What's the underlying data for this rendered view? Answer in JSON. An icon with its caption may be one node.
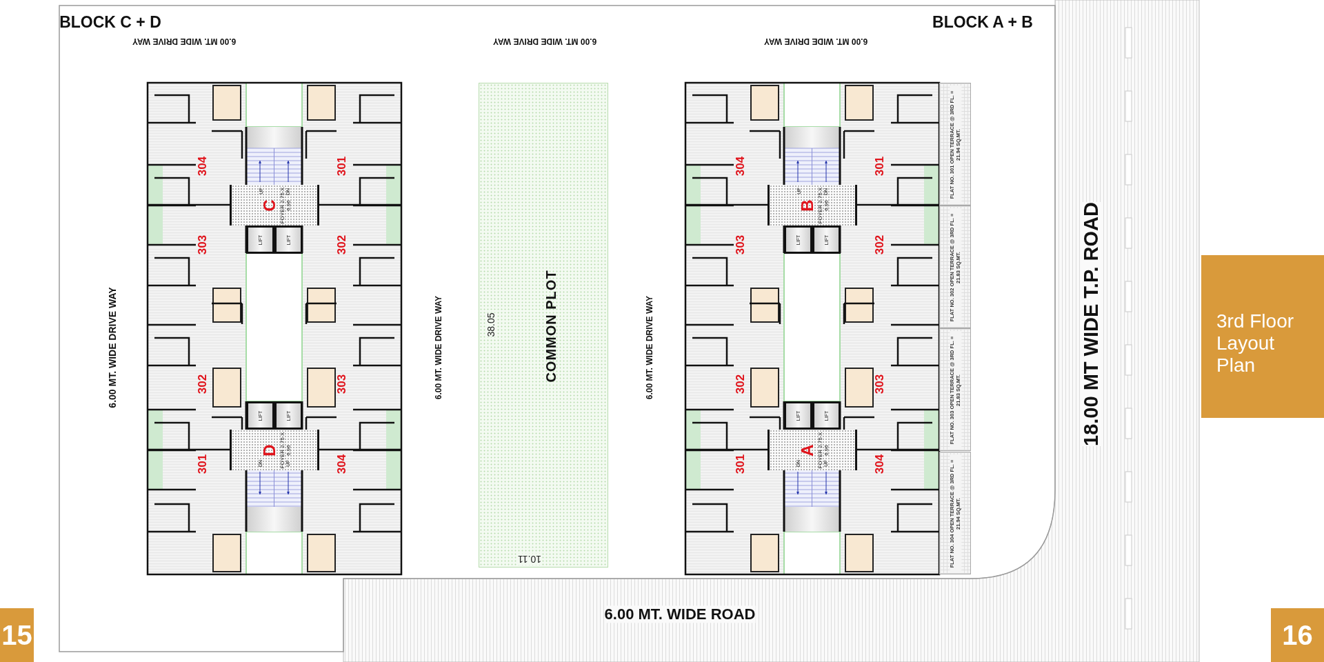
{
  "diagram": {
    "nodes": [
      {
        "text": [
          "COMMON PLOT"
        ]
      },
      {
        "text": [
          "C",
          "FOYER 2.75 X 6.96"
        ]
      },
      {
        "text": [
          "LIFT"
        ]
      },
      {
        "text": [
          "LIFT"
        ]
      },
      {
        "text": [
          "D",
          "FOYER 2.75 X 6.96"
        ]
      },
      {
        "text": [
          "LIFT"
        ]
      },
      {
        "text": [
          "LIFT"
        ]
      },
      {
        "text": [
          "B",
          "FOYER 2.75 X 6.96"
        ]
      },
      {
        "text": [
          "LIFT"
        ]
      },
      {
        "text": [
          "LIFT"
        ]
      },
      {
        "text": [
          "A",
          "FOYER 2.75 X 6.96"
        ]
      },
      {
        "text": [
          "LIFT"
        ]
      },
      {
        "text": [
          "LIFT"
        ]
      },
      {
        "text": [
          "FLAT NO. 301 OPEN TERRACE @ 3RD FL. = 21.94 SQ.MT."
        ]
      },
      {
        "text": [
          "FLAT NO. 302 OPEN TERRACE @ 3RD FL. = 21.83 SQ.MT."
        ]
      },
      {
        "text": [
          "FLAT NO. 303 OPEN TERRACE @ 3RD FL. = 21.83 SQ.MT."
        ]
      },
      {
        "text": [
          "FLAT NO. 304 OPEN TERRACE @ 3RD FL. = 21.94 SQ.MT."
        ]
      },
      {
        "text": [
          "3rd Floor Layout Plan"
        ]
      },
      {
        "text": [
          "15"
        ]
      },
      {
        "text": [
          "16"
        ]
      }
    ],
    "labels": [
      "BLOCK C + D",
      "BLOCK A + B",
      "6.00 MT. WIDE DRIVE WAY",
      "6.00 MT. WIDE DRIVE WAY",
      "6.00 MT. WIDE DRIVE WAY",
      "6.00 MT. WIDE DRIVE WAY",
      "6.00 MT. WIDE DRIVE WAY",
      "6.00 MT. WIDE DRIVE WAY",
      "38.05",
      "10.11",
      "18.00 MT WIDE T.P. ROAD",
      "6.00 MT. WIDE ROAD",
      "304",
      "301",
      "303",
      "302",
      "302",
      "303",
      "301",
      "304",
      "304",
      "301",
      "303",
      "302",
      "302",
      "303",
      "301",
      "304",
      "UP",
      "DN",
      "DN",
      "UP",
      "UP",
      "DN",
      "DN",
      "UP"
    ]
  }
}
